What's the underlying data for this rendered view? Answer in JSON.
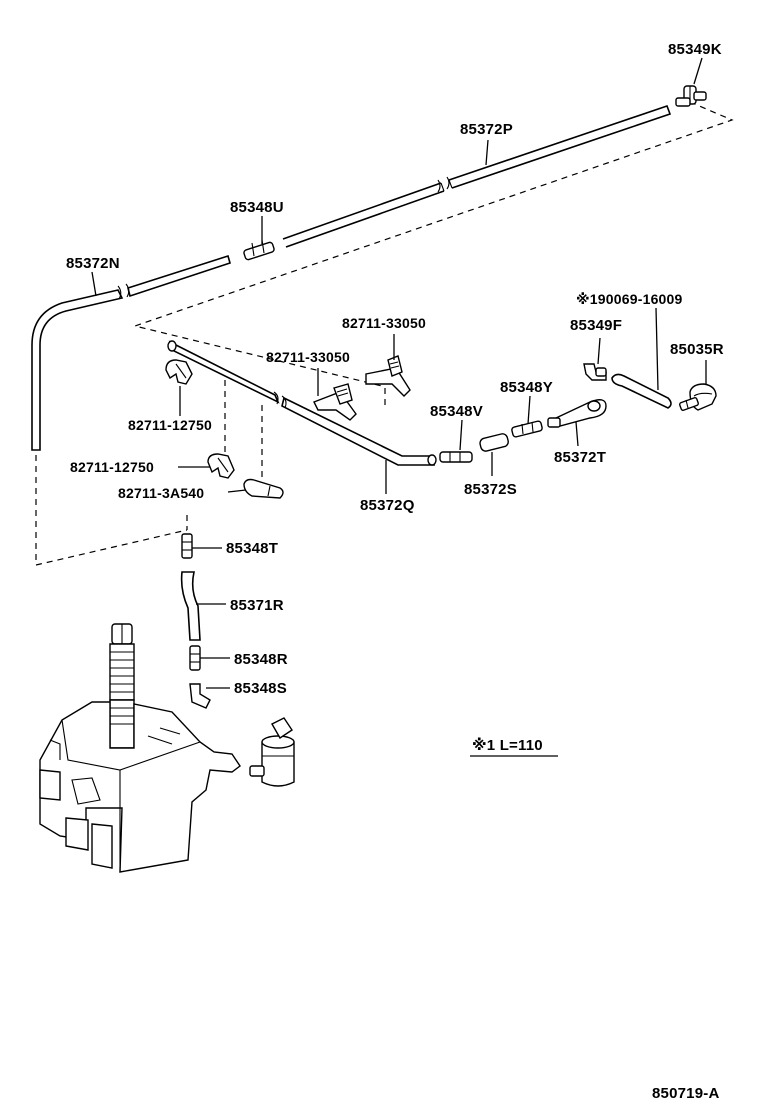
{
  "labels": {
    "p85349K": "85349K",
    "p85372P": "85372P",
    "p85348U": "85348U",
    "p85372N": "85372N",
    "p190069": "※190069-16009",
    "p82711_33050_a": "82711-33050",
    "p85349F": "85349F",
    "p82711_33050_b": "82711-33050",
    "p85035R": "85035R",
    "p85348Y": "85348Y",
    "p85348V": "85348V",
    "p82711_12750_a": "82711-12750",
    "p85372T": "85372T",
    "p82711_12750_b": "82711-12750",
    "p82711_3A540": "82711-3A540",
    "p85372S": "85372S",
    "p85372Q": "85372Q",
    "p85348T": "85348T",
    "p85371R": "85371R",
    "p85348R": "85348R",
    "p85348S": "85348S"
  },
  "note": "※1 L=110",
  "figure_code": "850719-A"
}
